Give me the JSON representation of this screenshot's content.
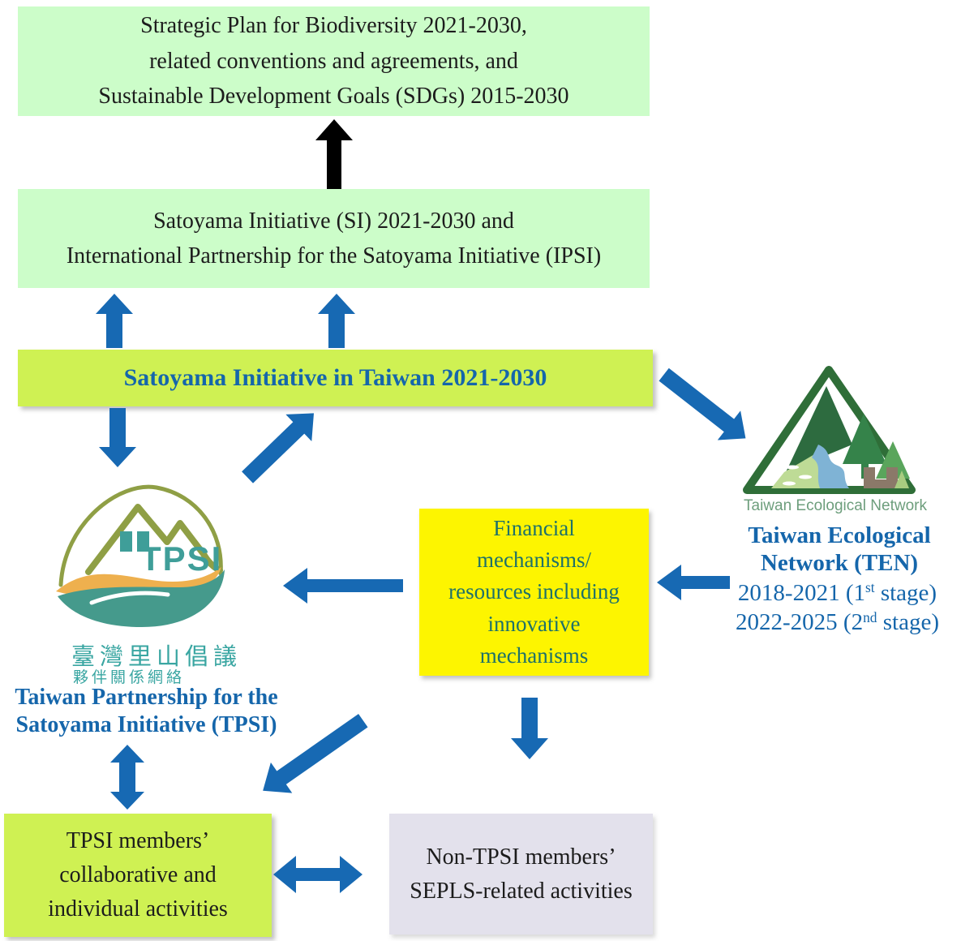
{
  "colors": {
    "arrow_blue": "#1769b3",
    "black_arrow": "#000000",
    "light_green_box": "#ccfdc9",
    "lime_box": "#cff153",
    "yellow_box": "#fdf500",
    "lavender_box": "#e3e1ec",
    "blue_heading_text": "#1566ab",
    "teal_text": "#1e716a",
    "logo_teal": "#3f9e99",
    "logo_olive": "#8f9f45",
    "ten_green": "#2f6e38"
  },
  "boxes": {
    "strategic": {
      "text": "Strategic Plan for Biodiversity 2021-2030,\nrelated conventions and agreements, and\nSustainable Development Goals (SDGs) 2015-2030"
    },
    "si_ipsi": {
      "text": "Satoyama Initiative (SI) 2021-2030 and\nInternational Partnership for the Satoyama Initiative (IPSI)"
    },
    "si_taiwan": {
      "text": "Satoyama Initiative in Taiwan 2021-2030"
    },
    "financial": {
      "text": "Financial\nmechanisms/\nresources including\ninnovative\nmechanisms"
    },
    "tpsi_members": {
      "text": "TPSI members’\ncollaborative and\nindividual activities"
    },
    "non_tpsi": {
      "text": "Non-TPSI members’\nSEPLS-related activities"
    }
  },
  "ten": {
    "logo_caption": "Taiwan Ecological Network",
    "title": "Taiwan Ecological\nNetwork (TEN)",
    "stage1": {
      "pre": "2018-2021 (1",
      "sup": "st",
      "post": " stage)"
    },
    "stage2": {
      "pre": "2022-2025 (2",
      "sup": "nd",
      "post": " stage)"
    }
  },
  "tpsi": {
    "logo_text": "TPSI",
    "chinese_line1": "臺灣里山倡議",
    "chinese_line2": "夥伴關係網絡",
    "title": "Taiwan Partnership for the\nSatoyama Initiative (TPSI)"
  }
}
